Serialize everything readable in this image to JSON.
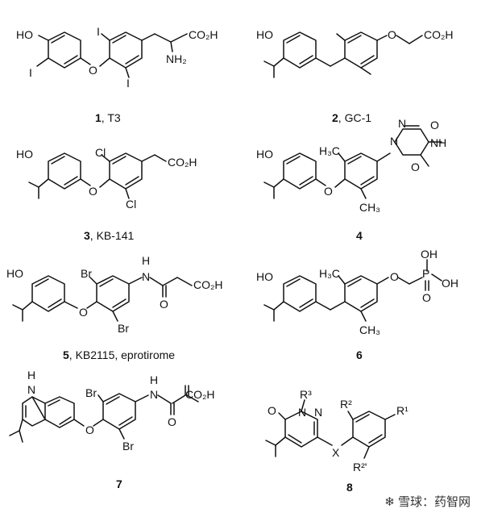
{
  "compounds": [
    {
      "number": "1",
      "name": "T3",
      "labels": {
        "ho": "HO",
        "i1": "I",
        "i2": "I",
        "i3": "I",
        "o": "O",
        "acid": "CO₂H",
        "amine": "NH₂"
      }
    },
    {
      "number": "2",
      "name": "GC-1",
      "labels": {
        "ho": "HO",
        "o": "O",
        "acid": "CO₂H"
      }
    },
    {
      "number": "3",
      "name": "KB-141",
      "labels": {
        "ho": "HO",
        "cl1": "Cl",
        "cl2": "Cl",
        "o": "O",
        "acid": "CO₂H"
      }
    },
    {
      "number": "4",
      "name": "",
      "labels": {
        "ho": "HO",
        "o": "O",
        "me1": "H₃C",
        "me2": "CH₃",
        "n1": "N",
        "n2": "N",
        "nh": "NH",
        "o1": "O",
        "o2": "O"
      }
    },
    {
      "number": "5",
      "name": "KB2115, eprotirome",
      "labels": {
        "ho": "HO",
        "br1": "Br",
        "br2": "Br",
        "o": "O",
        "nh": "H",
        "n": "N",
        "o1": "O",
        "acid": "CO₂H"
      }
    },
    {
      "number": "6",
      "name": "",
      "labels": {
        "ho": "HO",
        "me1": "H₃C",
        "me2": "CH₃",
        "o": "O",
        "p": "P",
        "oh1": "OH",
        "oh2": "OH",
        "po": "O"
      }
    },
    {
      "number": "7",
      "name": "",
      "labels": {
        "nh": "H",
        "n": "N",
        "o": "O",
        "br1": "Br",
        "br2": "Br",
        "h": "H",
        "n2": "N",
        "o1": "O",
        "acid": "CO₂H"
      }
    },
    {
      "number": "8",
      "name": "",
      "labels": {
        "o": "O",
        "r3": "R³",
        "n1": "N",
        "n2": "N",
        "x": "X",
        "r2": "R²",
        "r2p": "R²'",
        "r1": "R¹"
      }
    }
  ],
  "watermark": "雪球：药智网"
}
